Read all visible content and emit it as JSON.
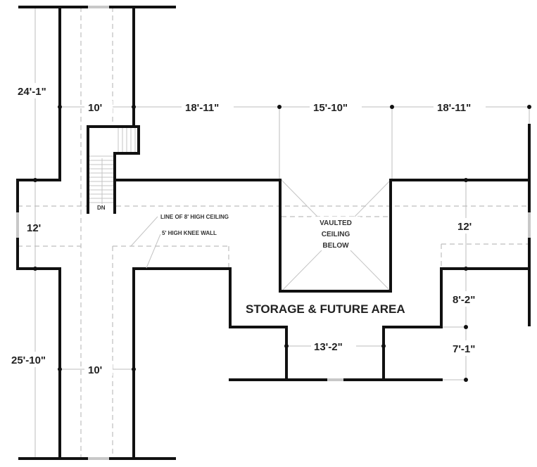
{
  "dimensions": {
    "left_top": "24'-1\"",
    "left_mid": "12'",
    "left_bottom": "25'-10\"",
    "corridor_top": "10'",
    "corridor_bottom": "10'",
    "top_1": "18'-11\"",
    "top_2": "15'-10\"",
    "top_3": "18'-11\"",
    "right_1": "12'",
    "right_2": "8'-2\"",
    "right_3": "7'-1\"",
    "bottom_mid": "13'-2\""
  },
  "labels": {
    "stair": "DN",
    "ceiling_line": "LINE OF 8' HIGH CEILING",
    "knee_wall": "5' HIGH KNEE WALL",
    "vault_1": "VAULTED",
    "vault_2": "CEILING",
    "vault_3": "BELOW",
    "area": "STORAGE & FUTURE AREA"
  }
}
